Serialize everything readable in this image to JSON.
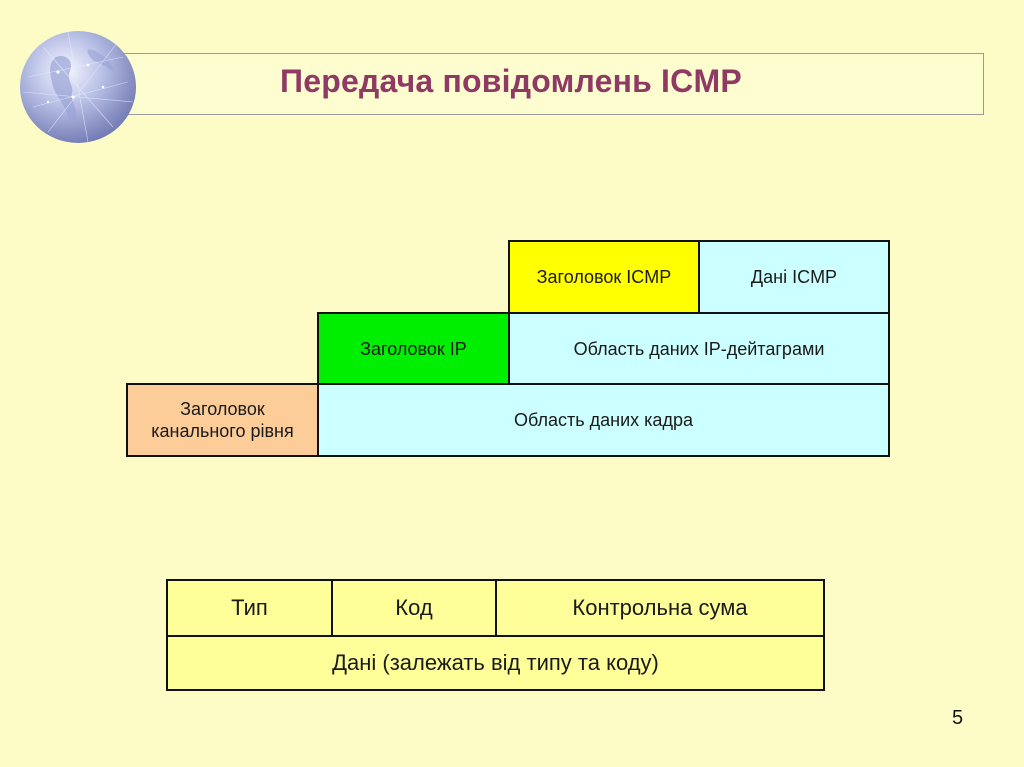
{
  "slide": {
    "title": "Передача повідомлень ICMP",
    "page_number": "5"
  },
  "encapsulation": {
    "icmp_header": "Заголовок ICMP",
    "icmp_data": "Дані ICMP",
    "ip_header": "Заголовок IP",
    "ip_data": "Область даних IP-дейтаграми",
    "link_header": "Заголовок\nканального рівня",
    "frame_data": "Область даних кадра"
  },
  "icmp_format": {
    "type": "Тип",
    "code": "Код",
    "checksum": "Контрольна сума",
    "data": "Дані (залежать від типу та коду)"
  },
  "colors": {
    "background": "#fdfcc6",
    "title": "#8e3a64",
    "icmp_header": "#ffff00",
    "data_area": "#ccffff",
    "ip_header": "#00ee00",
    "link_header": "#fccc99",
    "format_fields": "#ffff99"
  },
  "icons": {
    "globe": "globe-icon"
  }
}
